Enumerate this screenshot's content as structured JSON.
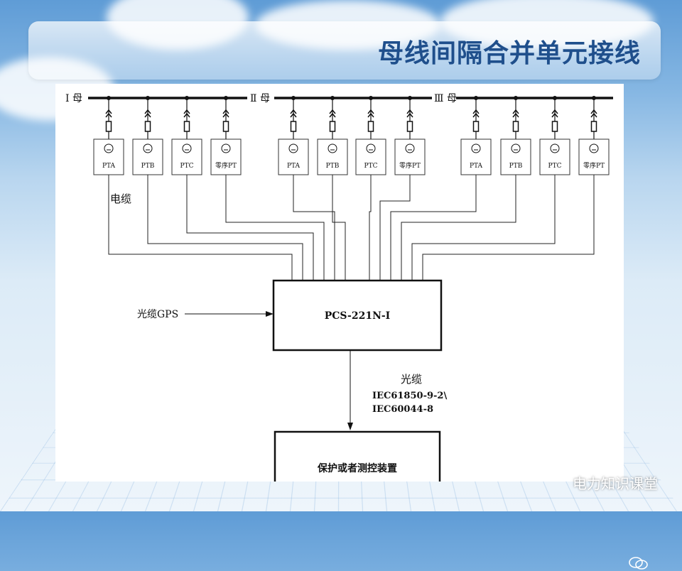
{
  "title": "母线间隔合并单元接线",
  "buses": [
    {
      "label": "Ⅰ 母",
      "pts": [
        "PTA",
        "PTB",
        "PTC",
        "零序PT"
      ]
    },
    {
      "label": "Ⅱ 母",
      "pts": [
        "PTA",
        "PTB",
        "PTC",
        "零序PT"
      ]
    },
    {
      "label": "Ⅲ 母",
      "pts": [
        "PTA",
        "PTB",
        "PTC",
        "零序PT"
      ]
    }
  ],
  "cable_label": "电缆",
  "gps_label": "光缆GPS",
  "merging_unit": "PCS-221N-Ⅰ",
  "fiber_label": "光缆",
  "std1": "IEC61850-9-2\\",
  "std2": "IEC60044-8",
  "protection_device": "保护或者测控装置",
  "watermark": "电力知识课堂"
}
